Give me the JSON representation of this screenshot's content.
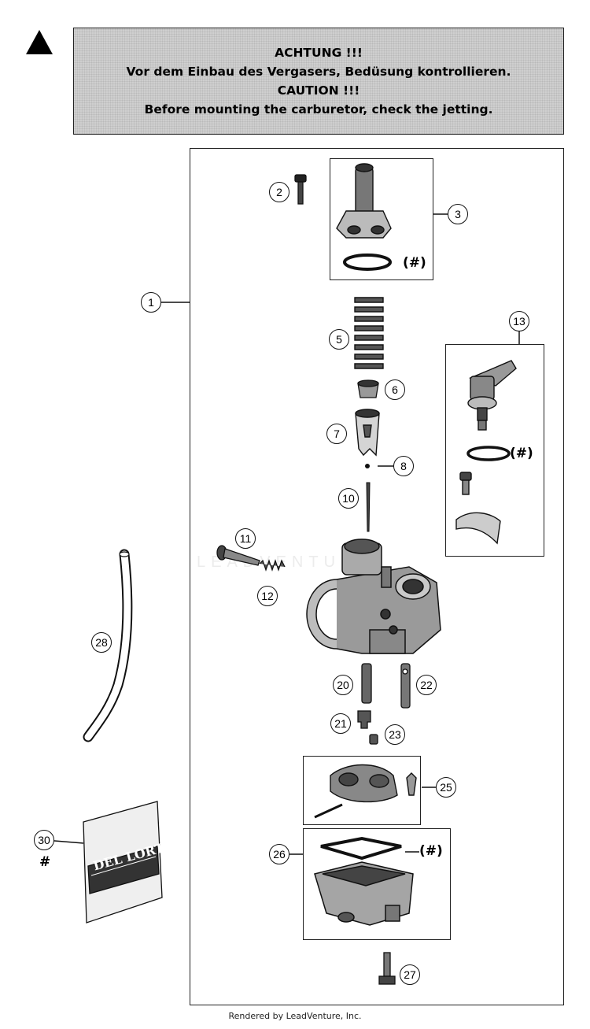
{
  "caution": {
    "line1": "ACHTUNG !!!",
    "line2": "Vor dem Einbau des Vergasers, Bedüsung kontrollieren.",
    "line3": "CAUTION !!!",
    "line4": "Before mounting the carburetor, check the jetting."
  },
  "callouts": {
    "c1": "1",
    "c2": "2",
    "c3": "3",
    "c5": "5",
    "c6": "6",
    "c7": "7",
    "c8": "8",
    "c10": "10",
    "c11": "11",
    "c12": "12",
    "c13": "13",
    "c20": "20",
    "c21": "21",
    "c22": "22",
    "c23": "23",
    "c25": "25",
    "c26": "26",
    "c27": "27",
    "c28": "28",
    "c30": "30"
  },
  "hash_ref": "(#)",
  "hash_symbol": "#",
  "jet_kit_label": "DEL LORTO",
  "watermark": "LEADVENTURE",
  "footer": "Rendered by LeadVenture, Inc."
}
